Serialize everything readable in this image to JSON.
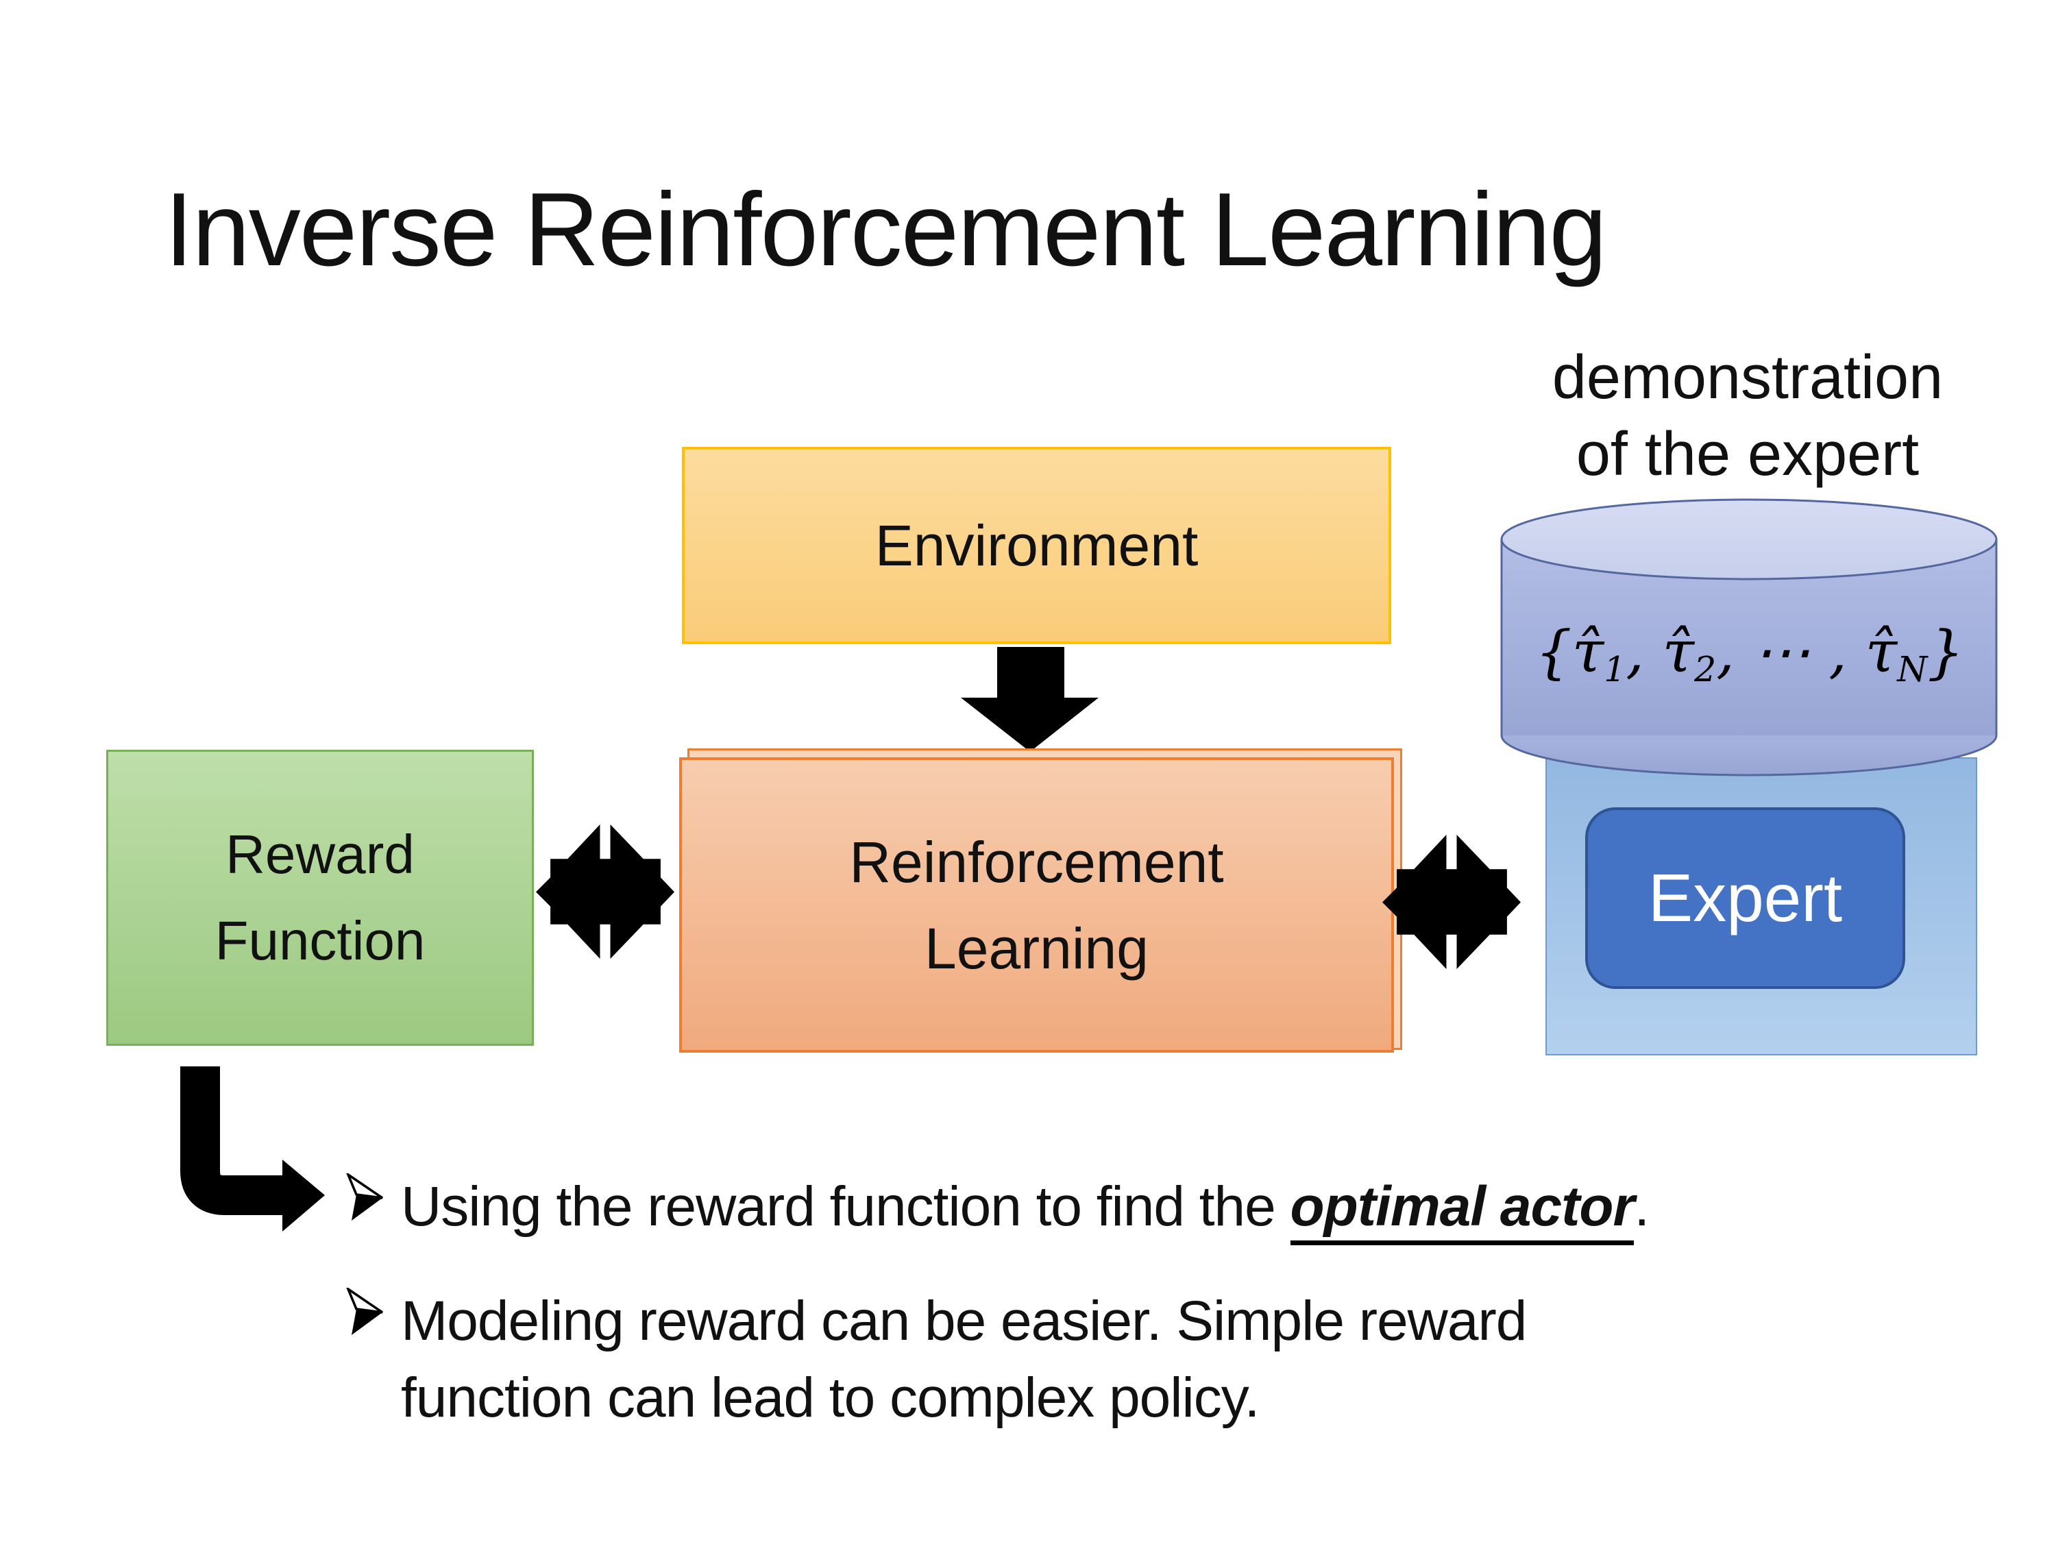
{
  "slide": {
    "title": "Inverse Reinforcement Learning"
  },
  "demo_label": {
    "lines": [
      "demonstration",
      "of the expert"
    ]
  },
  "diagram": {
    "environment": {
      "label": "Environment"
    },
    "reward_function": {
      "label_lines": [
        "Reward",
        "Function"
      ]
    },
    "reinforcement_learning": {
      "label_lines": [
        "Reinforcement",
        "Learning"
      ]
    },
    "expert": {
      "label": "Expert"
    },
    "demonstrations_formula": {
      "segments": [
        {
          "t": "{"
        },
        {
          "t": "τ̂"
        },
        {
          "t": "1",
          "sub": true
        },
        {
          "t": ", "
        },
        {
          "t": "τ̂"
        },
        {
          "t": "2",
          "sub": true
        },
        {
          "t": ", ⋯ , "
        },
        {
          "t": "τ̂"
        },
        {
          "t": "N",
          "sub": true
        },
        {
          "t": "}"
        }
      ]
    }
  },
  "bullets": [
    {
      "segments": [
        {
          "t": "Using the reward function to find the "
        },
        {
          "t": "optimal actor",
          "style": "emphasis"
        },
        {
          "t": "."
        }
      ]
    },
    {
      "segments": [
        {
          "t": "Modeling reward can be easier. Simple reward function can lead to complex policy."
        }
      ]
    }
  ],
  "icons": {
    "down_arrow": "down-arrow",
    "bidirectional_arrow": "bidirectional-arrow",
    "bent_arrow": "bent-elbow-arrow",
    "arrow_bullet": "arrow-bullet",
    "database_cylinder": "database-cylinder"
  },
  "colors": {
    "title_text": "#111111",
    "body_text": "#111111",
    "arrow_black": "#000000",
    "environment_fill_top": "#FCDC9E",
    "environment_fill_bottom": "#FACC79",
    "environment_border": "#FFC000",
    "reward_fill_top": "#BEDEAA",
    "reward_fill_bottom": "#9CC981",
    "reward_border": "#7BAE59",
    "rl_fill_top": "#F7CDAE",
    "rl_fill_bottom": "#F0AA7E",
    "rl_back_fill": "#F8D4B8",
    "rl_border": "#ED7D31",
    "panel_fill_top": "#93B8E1",
    "panel_fill_bottom": "#B3D0EE",
    "panel_border": "#6C9BD2",
    "expert_fill": "#4472C4",
    "expert_border": "#2E5493",
    "expert_text": "#FFFFFF",
    "cylinder_fill_top_light": "#D6DCF2",
    "cylinder_fill_top_dark": "#C5CEEB",
    "cylinder_body_light": "#B3BDE5",
    "cylinder_body_dark": "#98A6D5",
    "cylinder_border": "#54679F"
  }
}
